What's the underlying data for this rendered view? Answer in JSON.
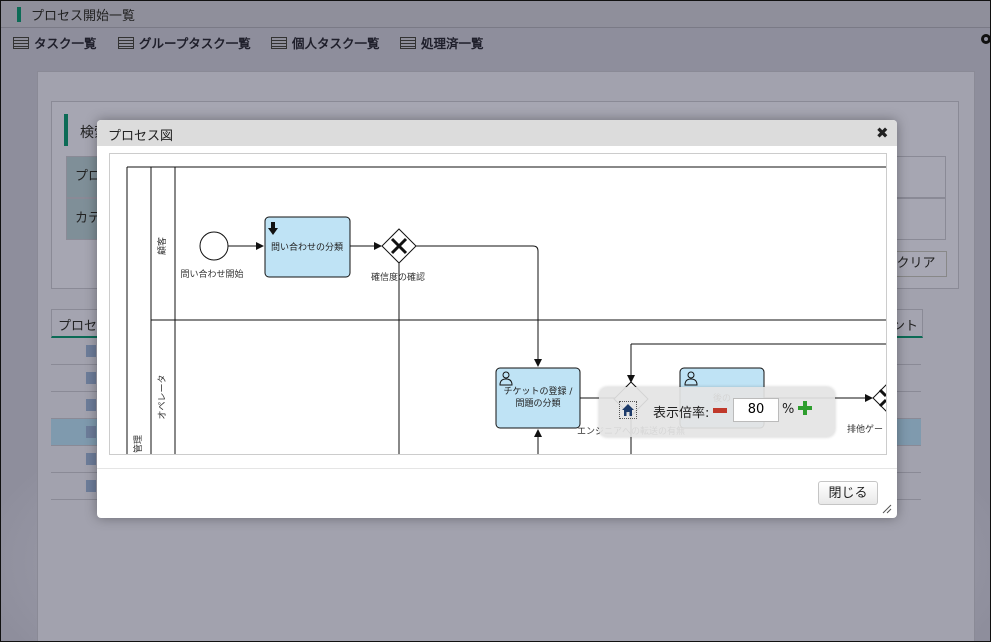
{
  "header": {
    "title": "プロセス開始一覧"
  },
  "nav": {
    "items": [
      {
        "label": "タスク一覧"
      },
      {
        "label": "グループタスク一覧"
      },
      {
        "label": "個人タスク一覧"
      },
      {
        "label": "処理済一覧"
      }
    ]
  },
  "search": {
    "title": "検索",
    "row1_label": "プロ",
    "row2_label": "カテ",
    "clear_label": "クリア"
  },
  "list": {
    "header_left": "プロセス",
    "header_right": "ント"
  },
  "modal": {
    "title": "プロセス図",
    "close_label": "閉じる",
    "diagram": {
      "lanes": [
        "顧客",
        "オペレータ",
        "管理"
      ],
      "start_event": "問い合わせ開始",
      "task1": "問い合わせの分類",
      "gateway1": "確信度の確認",
      "task2_line1": "チケットの登録 /",
      "task2_line2": "問題の分類",
      "task3": "後の",
      "gateway2_label": "エンジニアへの転送の有無",
      "gateway3_label": "排他ゲー"
    },
    "zoom": {
      "label": "表示倍率:",
      "value": "80",
      "unit": "%"
    }
  },
  "colors": {
    "accent": "#0c6b56",
    "task_fill": "#bfe3f5",
    "minus": "#c0392b",
    "plus": "#2e9e2e"
  }
}
